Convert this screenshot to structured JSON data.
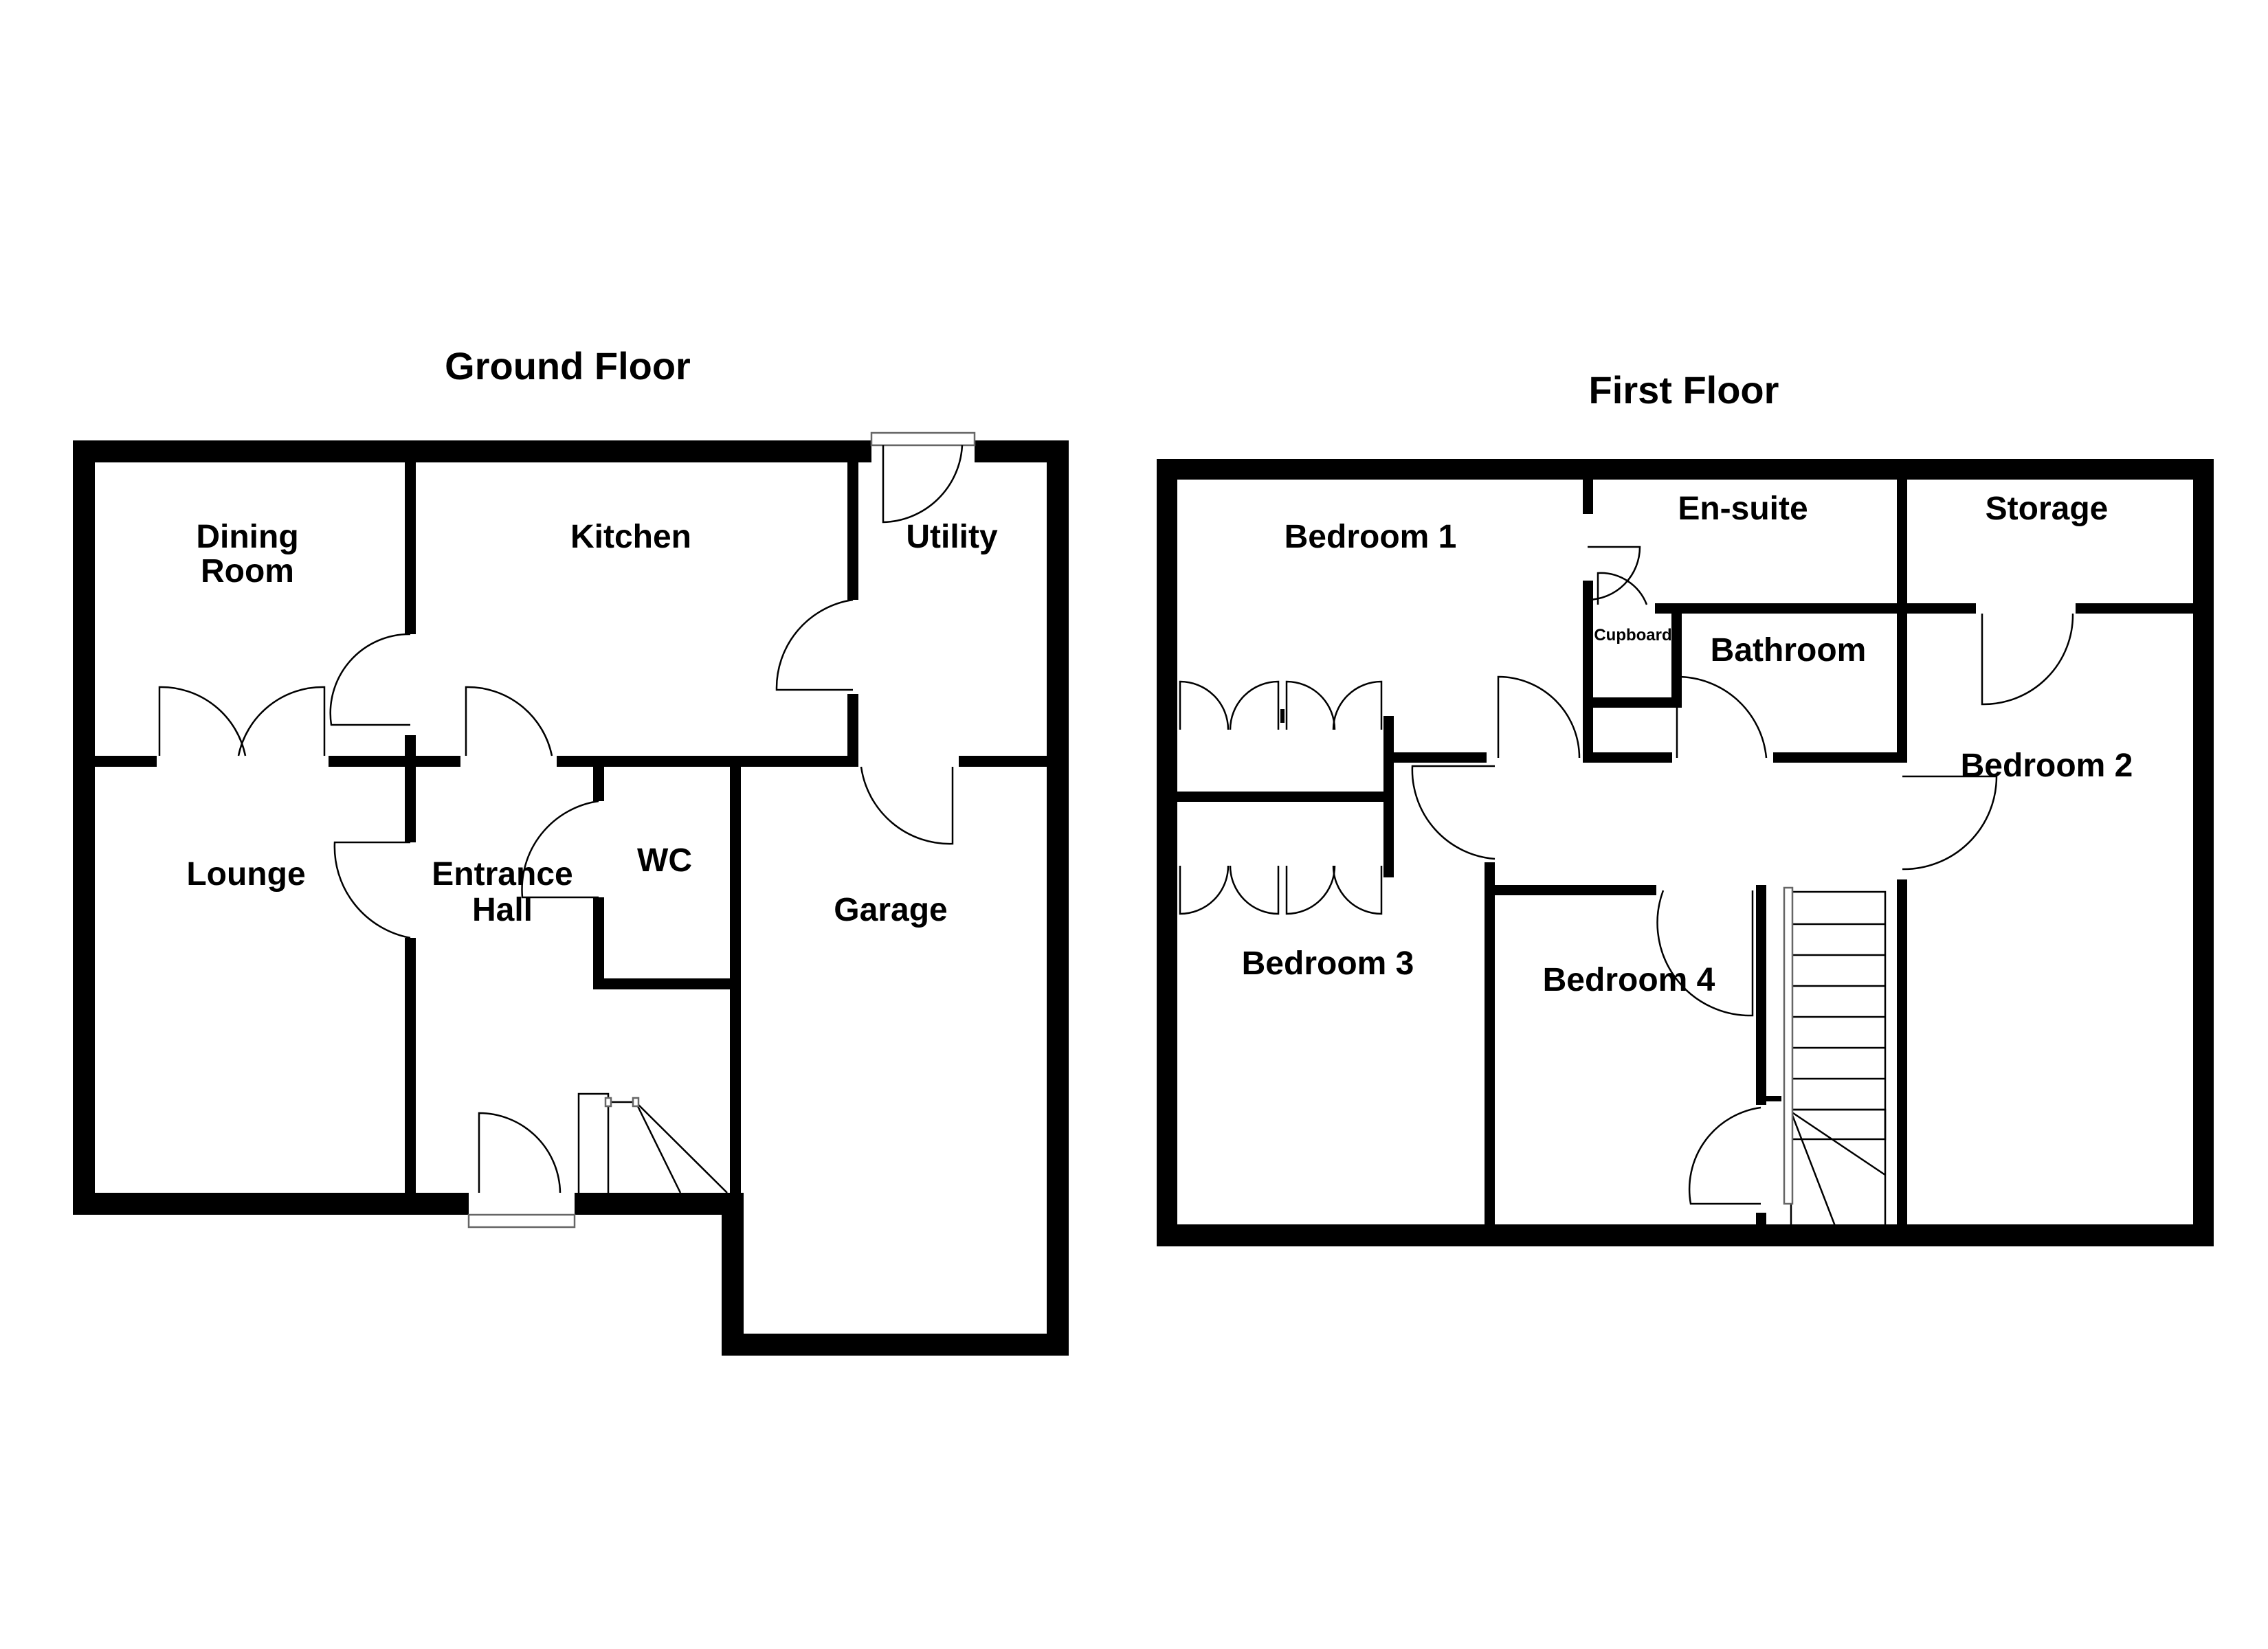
{
  "ground_floor": {
    "title": "Ground Floor",
    "rooms": {
      "dining_line1": "Dining",
      "dining_line2": "Room",
      "kitchen": "Kitchen",
      "utility": "Utility",
      "lounge": "Lounge",
      "entrance_line1": "Entrance",
      "entrance_line2": "Hall",
      "wc": "WC",
      "garage": "Garage"
    }
  },
  "first_floor": {
    "title": "First Floor",
    "rooms": {
      "bedroom1": "Bedroom 1",
      "ensuite": "En-suite",
      "storage": "Storage",
      "cupboard": "Cupboard",
      "bathroom": "Bathroom",
      "bedroom2": "Bedroom 2",
      "bedroom3": "Bedroom 3",
      "bedroom4": "Bedroom 4"
    }
  },
  "colors": {
    "wall": "#000000",
    "background": "#ffffff",
    "line": "#000000"
  }
}
